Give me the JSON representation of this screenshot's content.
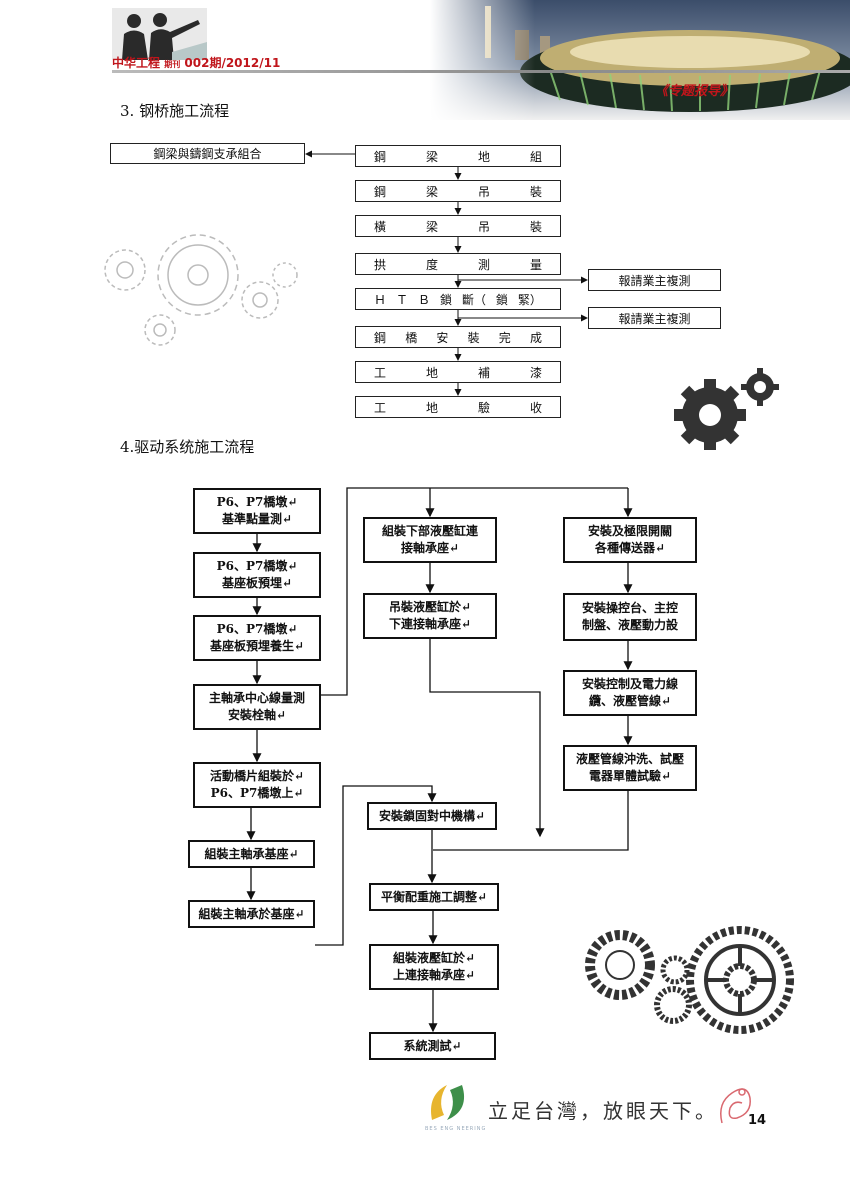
{
  "header": {
    "publication": "中华工程",
    "publication_small": "期刊",
    "issue": "002期/2012/11",
    "special_tag": "《专题报导》"
  },
  "section3": {
    "title": "3. 钢桥施工流程",
    "main_steps": [
      [
        "鋼",
        "梁",
        "地",
        "組"
      ],
      [
        "鋼",
        "梁",
        "吊",
        "裝"
      ],
      [
        "橫",
        "梁",
        "吊",
        "裝"
      ],
      [
        "拱",
        "度",
        "測",
        "量"
      ],
      [
        "Ｈ",
        "Ｔ",
        "Ｂ",
        "鎖",
        "斷（",
        "鎖",
        "緊）"
      ],
      [
        "鋼",
        "橋",
        "安",
        "裝",
        "完",
        "成"
      ],
      [
        "工",
        "地",
        "補",
        "漆"
      ],
      [
        "工",
        "地",
        "驗",
        "收"
      ]
    ],
    "side_left": "鋼梁與鑄鋼支承組合",
    "side_right": [
      "報請業主複測",
      "報請業主複測"
    ]
  },
  "section4": {
    "title": "4.驱动系统施工流程",
    "col1": [
      [
        "P6、P7橋墩↵",
        "基準點量測↵"
      ],
      [
        "P6、P7橋墩↵",
        "基座板預埋↵"
      ],
      [
        "P6、P7橋墩↵",
        "基座板預埋養生↵"
      ],
      [
        "主軸承中心線量測",
        "安裝栓軸↵"
      ],
      [
        "活動橋片組裝於↵",
        "P6、P7橋墩上↵"
      ],
      [
        "組裝主軸承基座↵"
      ],
      [
        "組裝主軸承於基座↵"
      ]
    ],
    "col2_top": [
      [
        "組裝下部液壓缸連",
        "接軸承座↵"
      ],
      [
        "吊裝液壓缸於↵",
        "下連接軸承座↵"
      ]
    ],
    "col2_bottom": [
      [
        "安裝鎖固對中機構↵"
      ],
      [
        "平衡配重施工調整↵"
      ],
      [
        "組裝液壓缸於↵",
        "上連接軸承座↵"
      ],
      [
        "系統測試↵"
      ]
    ],
    "col3": [
      [
        "安裝及極限開關",
        "各種傳送器↵"
      ],
      [
        "安裝操控台、主控",
        "制盤、液壓動力設"
      ],
      [
        "安裝控制及電力線",
        "纜、液壓管線↵"
      ],
      [
        "液壓管線沖洗、試壓",
        "電器單體試驗↵"
      ]
    ]
  },
  "footer": {
    "slogan": "立足台灣，放眼天下。",
    "page_number": "14",
    "caption": "BES ENG NEERING"
  },
  "colors": {
    "brand_red": "#c0151b",
    "line": "#111111"
  },
  "icons": [
    "workers-silhouette",
    "stadium-photo",
    "gear-outline-cluster",
    "gear-solid-cluster",
    "gear-bike-cluster",
    "company-logo",
    "dragon-seal"
  ]
}
